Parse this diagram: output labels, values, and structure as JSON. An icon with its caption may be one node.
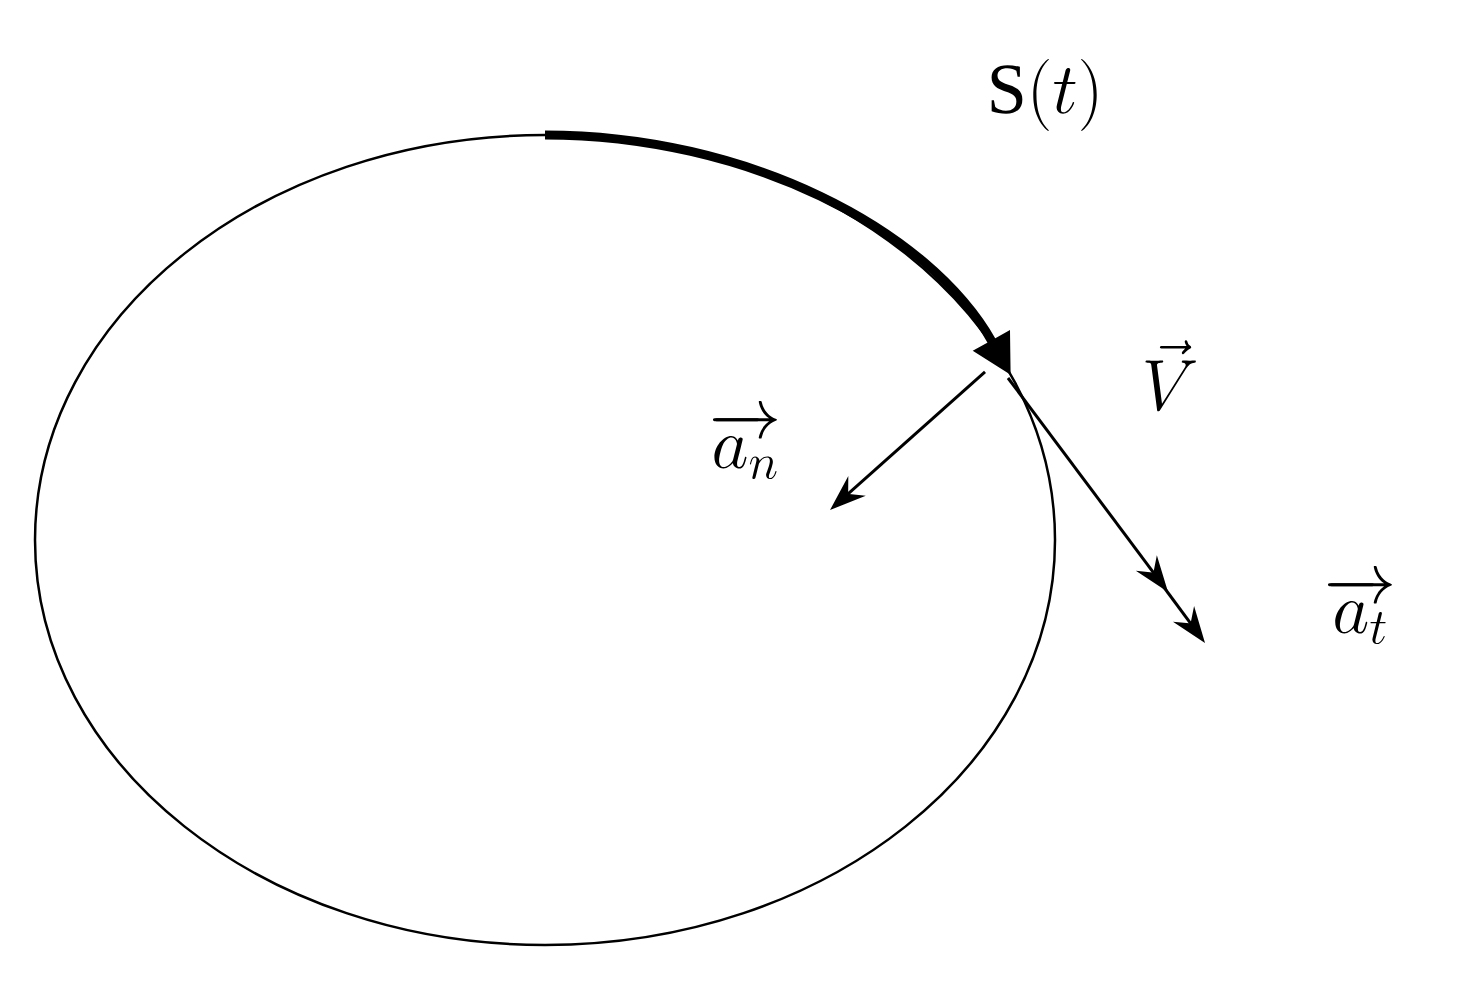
{
  "diagram": {
    "labels": [
      "\\mathrm{S}(t)",
      "\\vec{V}",
      "\\overrightarrow{a_n}",
      "\\overrightarrow{a_t}"
    ]
  }
}
